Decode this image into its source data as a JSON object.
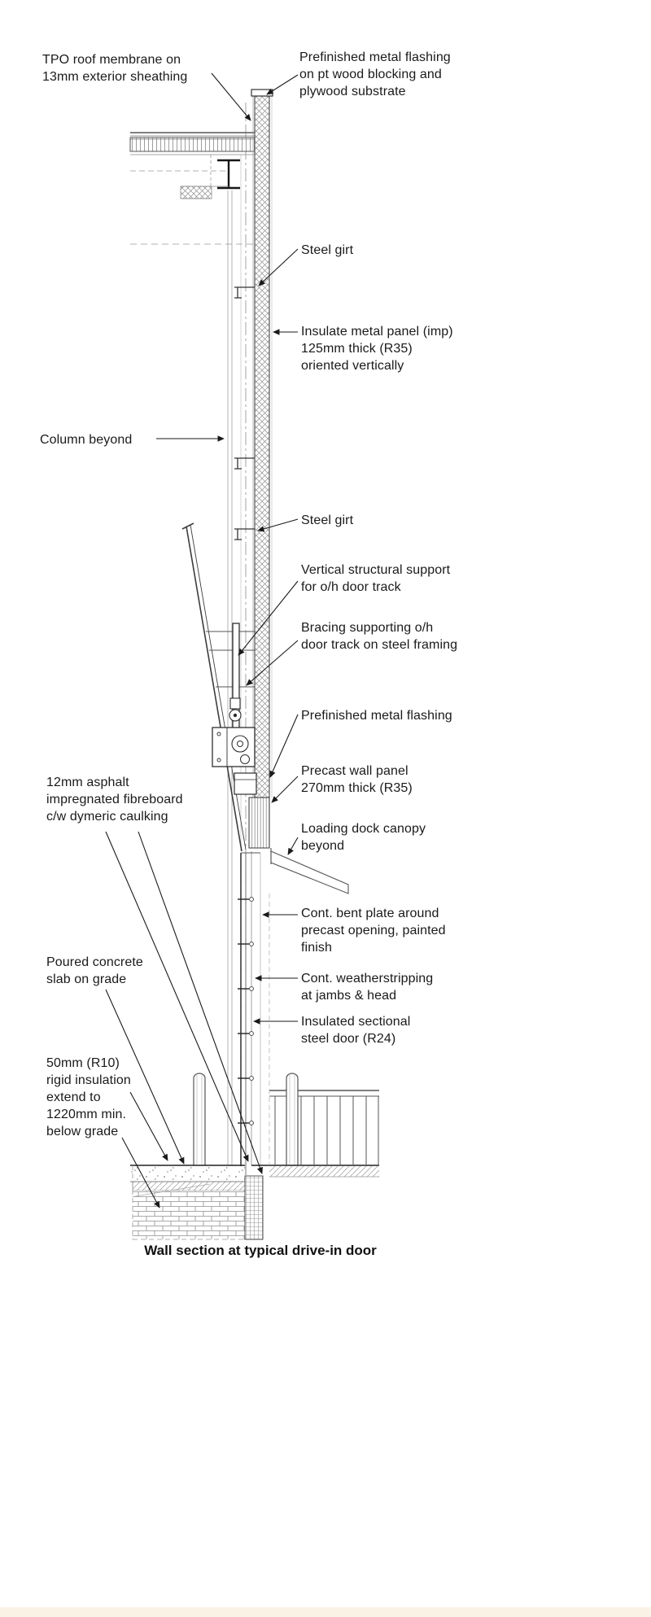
{
  "title": "Wall section at typical drive-in door",
  "labels": {
    "tpo_roof": "TPO roof membrane on\n13mm exterior sheathing",
    "flashing_top": "Prefinished metal flashing\non pt wood blocking and\nplywood substrate",
    "steel_girt_1": "Steel girt",
    "imp_panel": "Insulate metal panel (imp)\n125mm thick (R35)\noriented vertically",
    "column_beyond": "Column beyond",
    "steel_girt_2": "Steel girt",
    "vertical_support": "Vertical structural support\nfor o/h door track",
    "bracing": "Bracing supporting o/h\ndoor track on steel framing",
    "flashing_mid": "Prefinished metal flashing",
    "precast_panel": "Precast wall panel\n270mm thick (R35)",
    "dock_canopy": "Loading dock canopy\nbeyond",
    "fibreboard": "12mm asphalt\nimpregnated fibreboard\nc/w dymeric caulking",
    "bent_plate": "Cont. bent plate around\nprecast opening, painted\nfinish",
    "weatherstripping": "Cont. weatherstripping\nat jambs & head",
    "sectional_door": "Insulated sectional\nsteel door (R24)",
    "slab_on_grade": "Poured concrete\nslab on grade",
    "rigid_insulation": "50mm (R10)\nrigid insulation\nextend to\n1220mm min.\nbelow grade"
  },
  "colors": {
    "line_dark": "#1c1c1c",
    "line_mid": "#555555",
    "line_light": "#9a9a9a",
    "text": "#1a1a1a",
    "background": "#ffffff",
    "footer_band": "#faf2e4"
  }
}
